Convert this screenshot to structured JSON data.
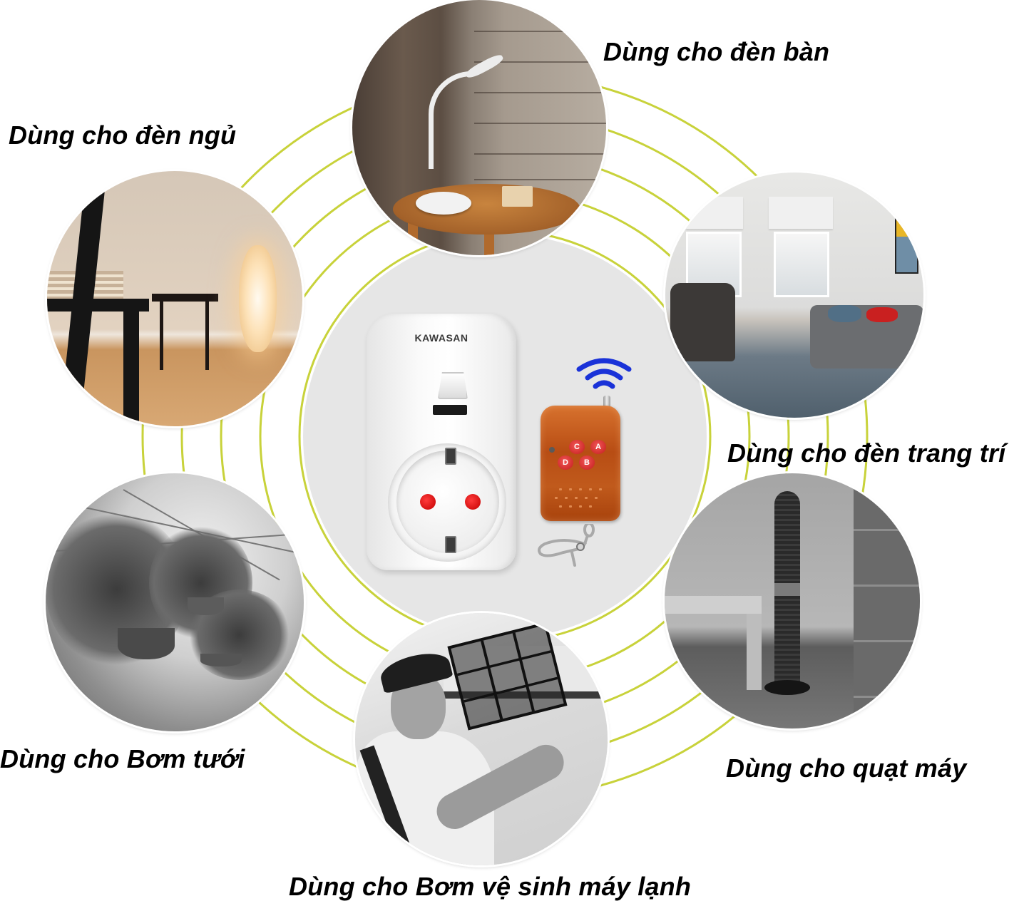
{
  "colors": {
    "ring": "#c8d23a",
    "center_disc": "#e6e6e6",
    "wifi": "#1a32d8",
    "remote_body": "#b84d14",
    "remote_key": "#d92c2c",
    "socket_pin": "#d40000",
    "label_text": "#000000"
  },
  "center_product": {
    "brand": "KAWASAN",
    "socket": {
      "type": "smart-socket",
      "has_switch_button": true,
      "has_led_indicator": true
    },
    "remote": {
      "keys": [
        "C",
        "A",
        "D",
        "B"
      ],
      "has_antenna": true,
      "has_keyring": true
    },
    "wireless_icon": "wifi-signal-icon"
  },
  "uses": [
    {
      "id": "desk-lamp",
      "label": "Dùng cho đèn bàn",
      "image": "desk-lamp-photo"
    },
    {
      "id": "night-lamp",
      "label": "Dùng cho đèn ngủ",
      "image": "night-lamp-photo"
    },
    {
      "id": "decor-lamp",
      "label": "Dùng cho đèn trang trí",
      "image": "living-room-lights-photo"
    },
    {
      "id": "garden-pump",
      "label": "Dùng cho Bơm tưới",
      "image": "greenhouse-plants-photo"
    },
    {
      "id": "fan",
      "label": "Dùng cho quạt máy",
      "image": "tower-fan-photo"
    },
    {
      "id": "ac-cleaning-pump",
      "label": "Dùng cho Bơm vệ sinh máy lạnh",
      "image": "ac-technician-photo"
    }
  ]
}
